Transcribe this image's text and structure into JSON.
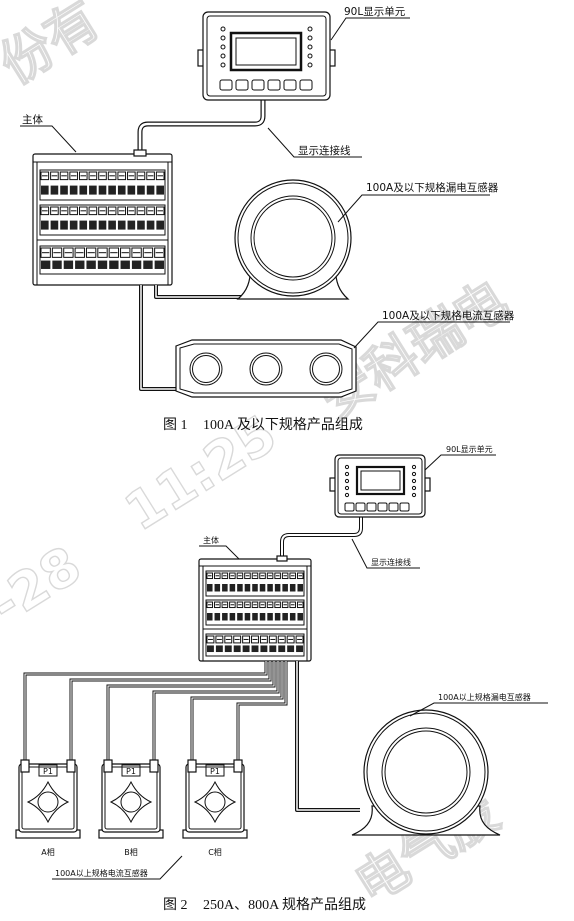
{
  "figure1": {
    "display_label": "90L显示单元",
    "body_label": "主体",
    "cable_label": "显示连接线",
    "leakage_ct_label": "100A及以下规格漏电互感器",
    "current_ct_label": "100A及以下规格电流互感器",
    "caption_number": "图 1",
    "caption_text": "100A 及以下规格产品组成"
  },
  "figure2": {
    "display_label": "90L显示单元",
    "body_label": "主体",
    "cable_label": "显示连接线",
    "leakage_ct_label": "100A以上规格漏电互感器",
    "current_ct_label": "100A以上规格电流互感器",
    "current_cts": [
      {
        "badge": "P1",
        "phase": "A相"
      },
      {
        "badge": "P1",
        "phase": "B相"
      },
      {
        "badge": "P1",
        "phase": "C相"
      }
    ],
    "caption_number": "图 2",
    "caption_text": "250A、800A 规格产品组成"
  },
  "watermark": [
    "份有",
    "安科瑞电",
    "11:25",
    "-28",
    "电气股"
  ],
  "colors": {
    "line": "#111111",
    "background": "#ffffff",
    "watermark": "#d9d9d9"
  }
}
